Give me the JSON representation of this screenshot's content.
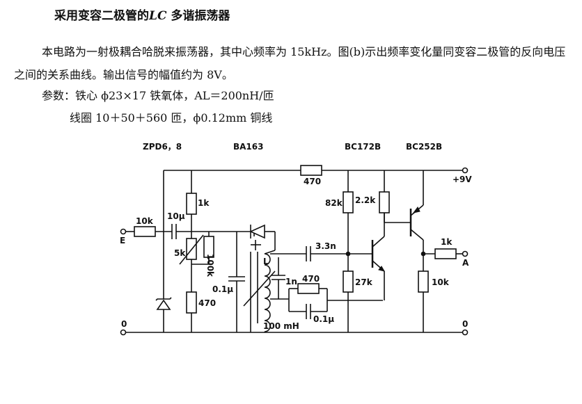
{
  "title": {
    "prefix": "采用变容二极管的",
    "lc": "LC",
    "suffix": "多谐振荡器"
  },
  "description": "本电路为一射极耦合哈脱来振荡器，其中心频率为 15kHz。图(b)示出频率变化量同变容二极管的反向电压之间的关系曲线。输出信号的幅值约为 8V。",
  "params": {
    "line1": "参数：铁心 ϕ23×17 铁氧体，AL＝200nH/匝",
    "line2": "线圈 10＋50＋560 匝，ϕ0.12mm 铜线"
  },
  "components": {
    "zener": "ZPD6，8",
    "varactor": "BA163",
    "q1": "BC172B",
    "q2": "BC252B",
    "supply": "+9V",
    "r_top": "470",
    "r_1k_left": "1k",
    "r_82k": "82k",
    "r_2k2": "2.2k",
    "r_in": "10k",
    "c_in": "10μ",
    "pot": "5k",
    "r_100k": "100k",
    "c_3n3": "3.3n",
    "inductor": "L",
    "c_1n": "1n",
    "r_470_mid": "470",
    "r_27k": "27k",
    "c_01_left": "0.1μ",
    "r_470_bottom": "470",
    "c_01_right": "0.1μ",
    "ind_value": "100 mH",
    "r_out": "1k",
    "r_10k_right": "10k",
    "node_e": "E",
    "node_a": "A",
    "gnd_left": "0",
    "gnd_right": "0"
  }
}
